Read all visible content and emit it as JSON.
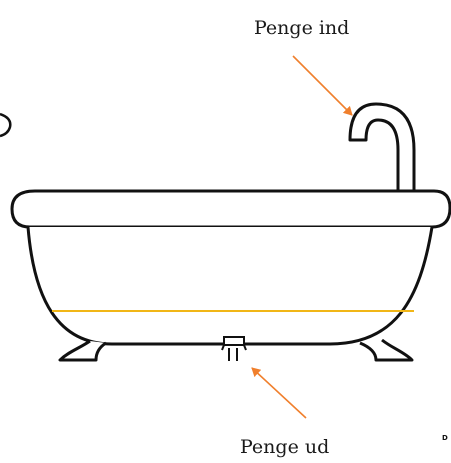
{
  "labels": {
    "money_in": "Penge ind",
    "money_out": "Penge ud",
    "corner_mark": "D"
  },
  "colors": {
    "arrow": "#f07f2c",
    "water_line": "#f1b617",
    "outline": "#111111"
  }
}
